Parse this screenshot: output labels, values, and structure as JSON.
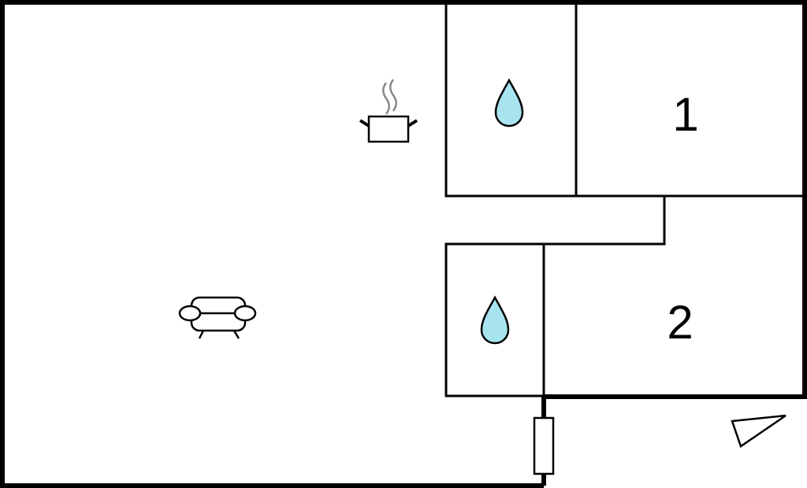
{
  "floorplan": {
    "rooms": [
      {
        "id": "living-kitchen",
        "label": "",
        "icons": [
          "sofa-icon",
          "cooking-pot-icon"
        ]
      },
      {
        "id": "bathroom-1",
        "label": "",
        "icons": [
          "water-drop-icon"
        ]
      },
      {
        "id": "bedroom-1",
        "label": "1",
        "icons": []
      },
      {
        "id": "bathroom-2",
        "label": "",
        "icons": [
          "water-drop-icon"
        ]
      },
      {
        "id": "bedroom-2",
        "label": "2",
        "icons": []
      },
      {
        "id": "entrance",
        "label": "",
        "icons": [
          "compass-triangle-icon"
        ]
      }
    ],
    "colors": {
      "wall": "#000000",
      "background": "#ffffff",
      "water_drop": "#a8e4f0",
      "steam": "#888888"
    }
  }
}
